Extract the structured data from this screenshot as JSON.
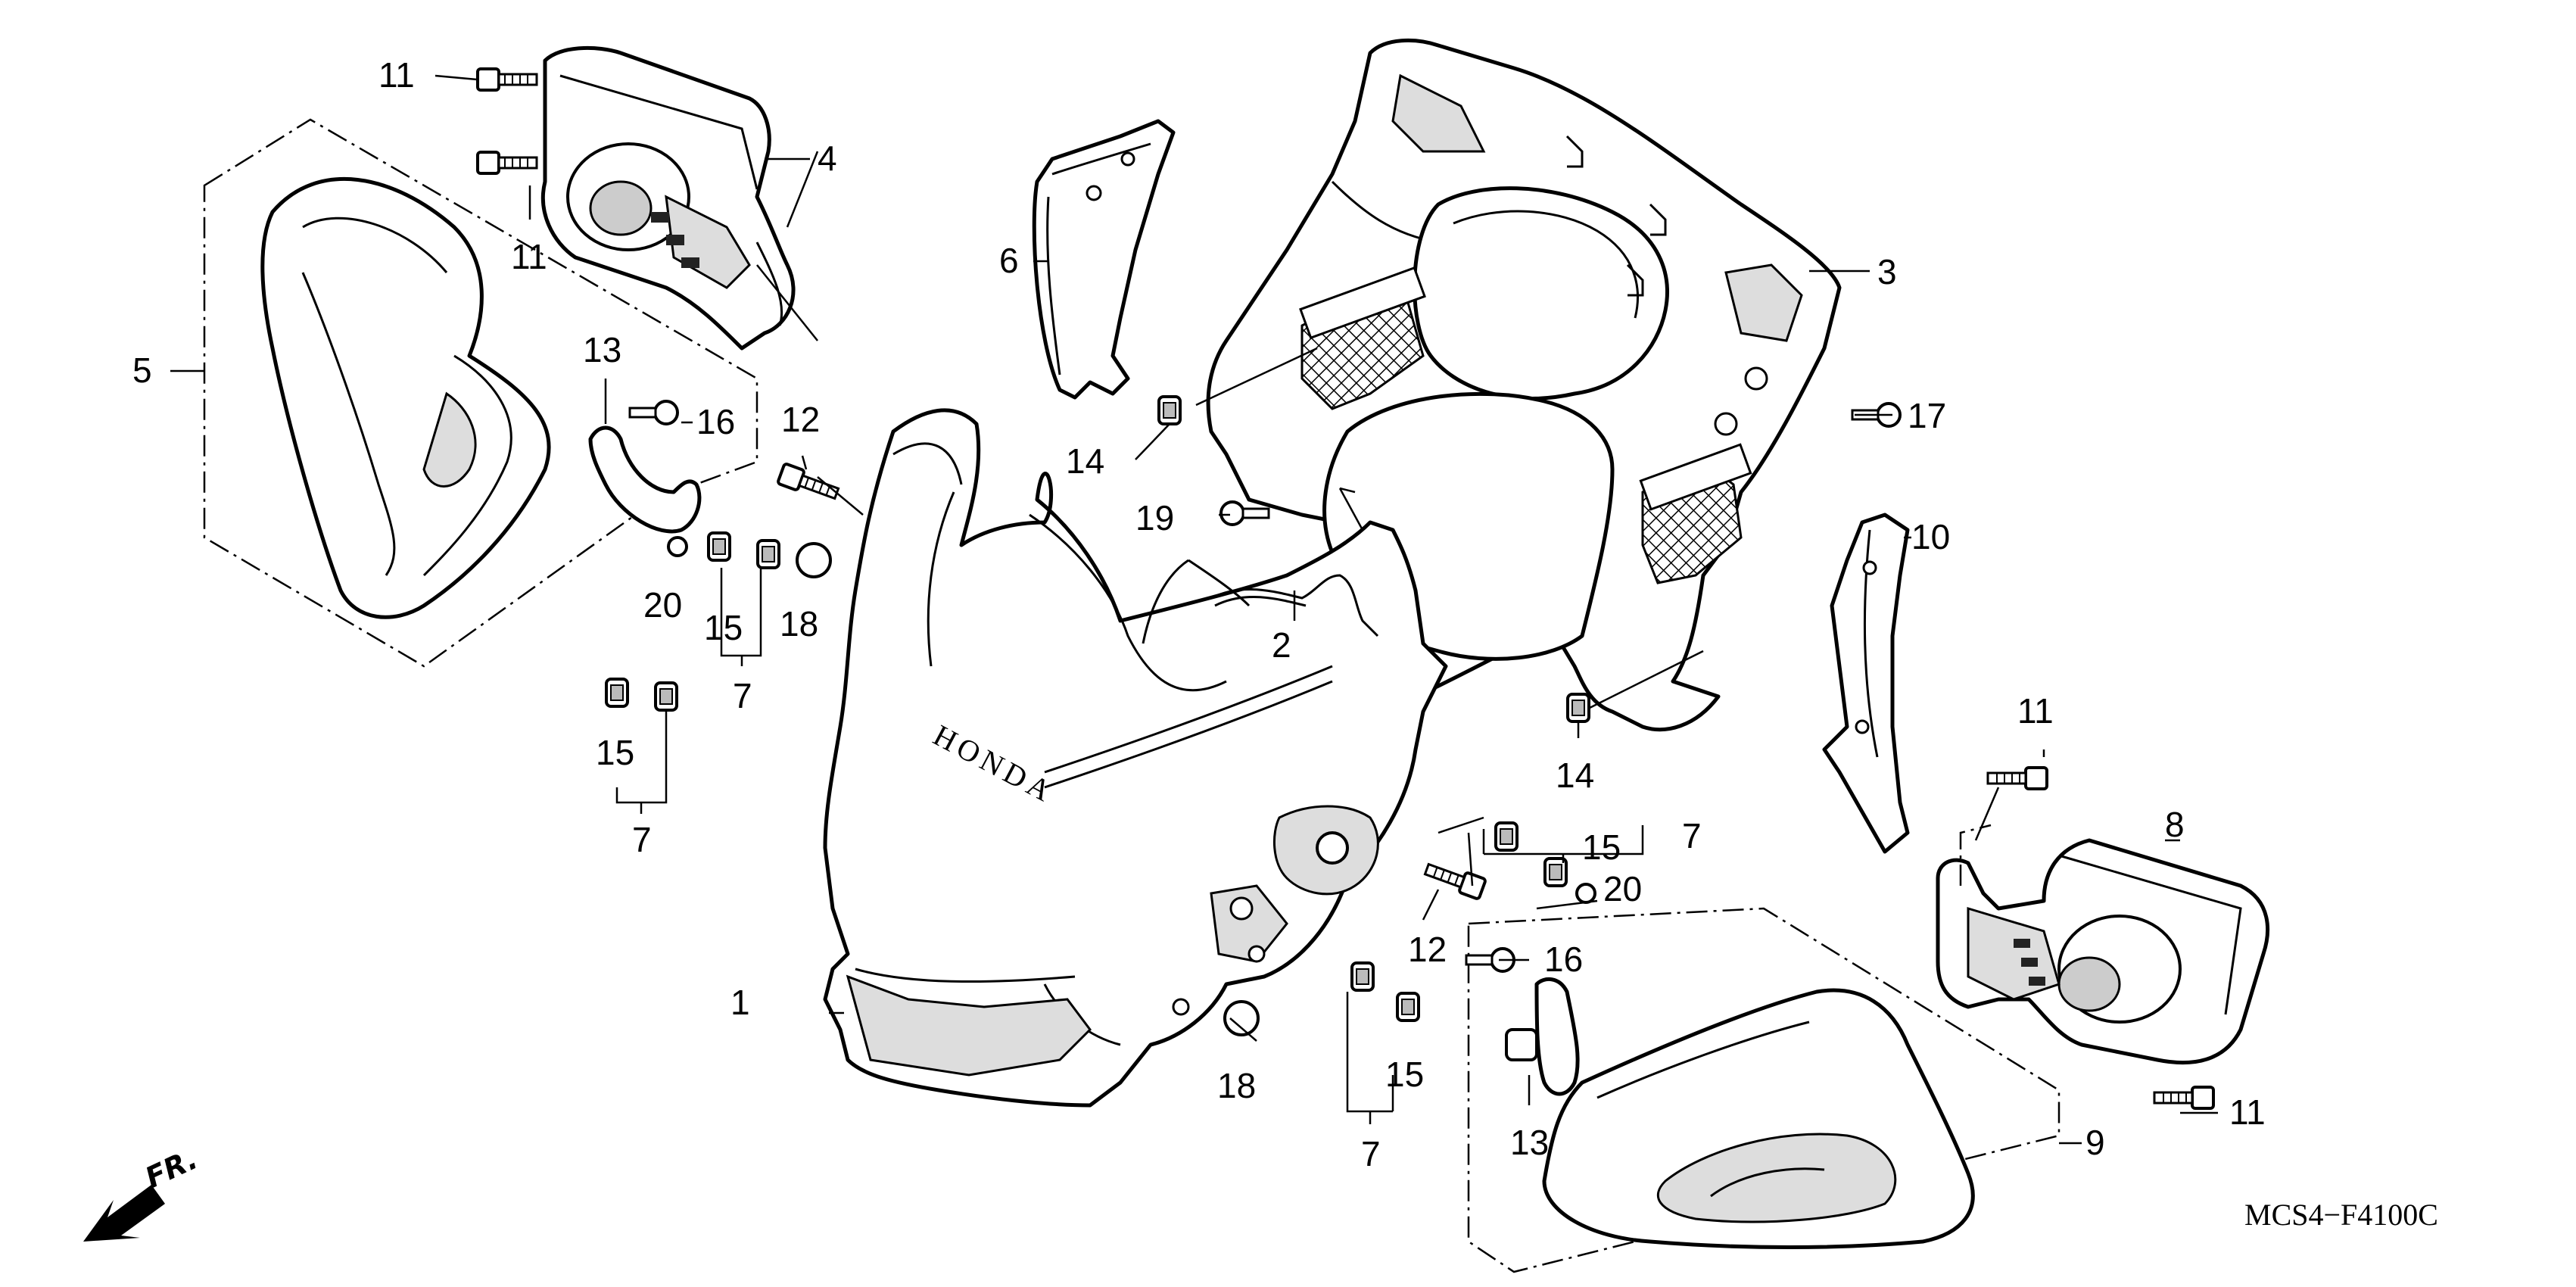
{
  "labels": {
    "p1": "1",
    "p2": "2",
    "p3": "3",
    "p4": "4",
    "p5": "5",
    "p6": "6",
    "p7": "7",
    "p8": "8",
    "p9": "9",
    "p10": "10",
    "p11": "11",
    "p12": "12",
    "p13": "13",
    "p14": "14",
    "p15": "15",
    "p16": "16",
    "p17": "17",
    "p18": "18",
    "p19": "19",
    "p20": "20"
  },
  "brand_mark": "HONDA",
  "direction_label": "FR.",
  "diagram_code": "MCS4−F4100C"
}
